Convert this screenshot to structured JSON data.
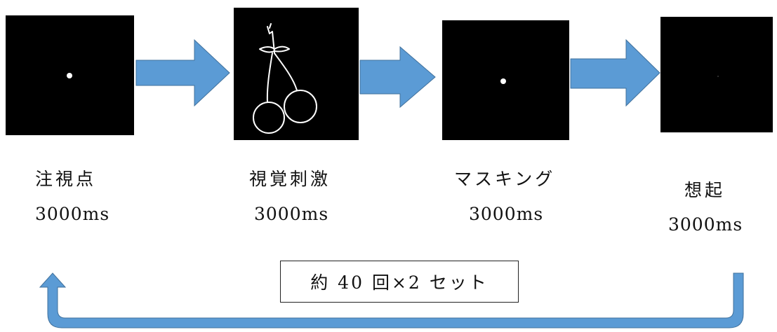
{
  "stages": [
    {
      "name": "注視点",
      "duration": "3000ms",
      "image": "fixation-dot"
    },
    {
      "name": "視覚刺激",
      "duration": "3000ms",
      "image": "cherry-drawing"
    },
    {
      "name": "マスキング",
      "duration": "3000ms",
      "image": "fixation-dot"
    },
    {
      "name": "想起",
      "duration": "3000ms",
      "image": "blank-screen"
    }
  ],
  "repeat_label": "約 40 回×2 セット",
  "colors": {
    "arrow_fill": "#5b9bd5",
    "arrow_stroke": "#41719c",
    "panel": "#000000",
    "stimulus_line": "#ffffff"
  }
}
